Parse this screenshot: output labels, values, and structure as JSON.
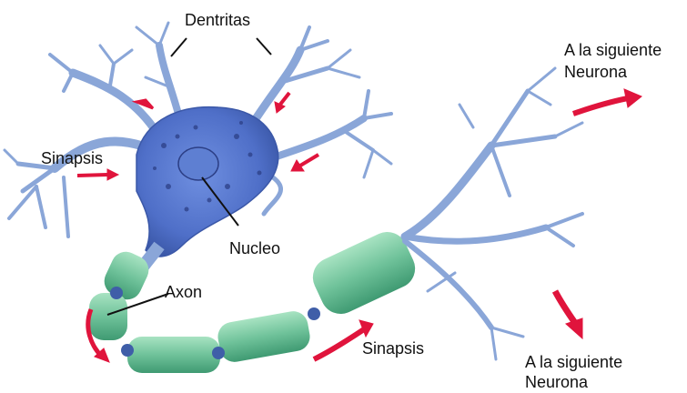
{
  "labels": {
    "dendrites": "Dentritas",
    "synapse_in": "Sinapsis",
    "nucleus": "Nucleo",
    "axon": "Axon",
    "synapse_out": "Sinapsis",
    "next_neuron_top_line1": "A la siguiente",
    "next_neuron_top_line2": "Neurona",
    "next_neuron_bottom_line1": "A la siguiente",
    "next_neuron_bottom_line2": "Neurona"
  },
  "colors": {
    "cell_body": "#4f6fc8",
    "dendrite": "#8aa6d8",
    "myelin": "#6fc29a",
    "node": "#3f5ea8",
    "arrow": "#e0143c",
    "leader_line": "#111111"
  },
  "icons": {
    "signal_arrow": "red-arrow-icon"
  }
}
